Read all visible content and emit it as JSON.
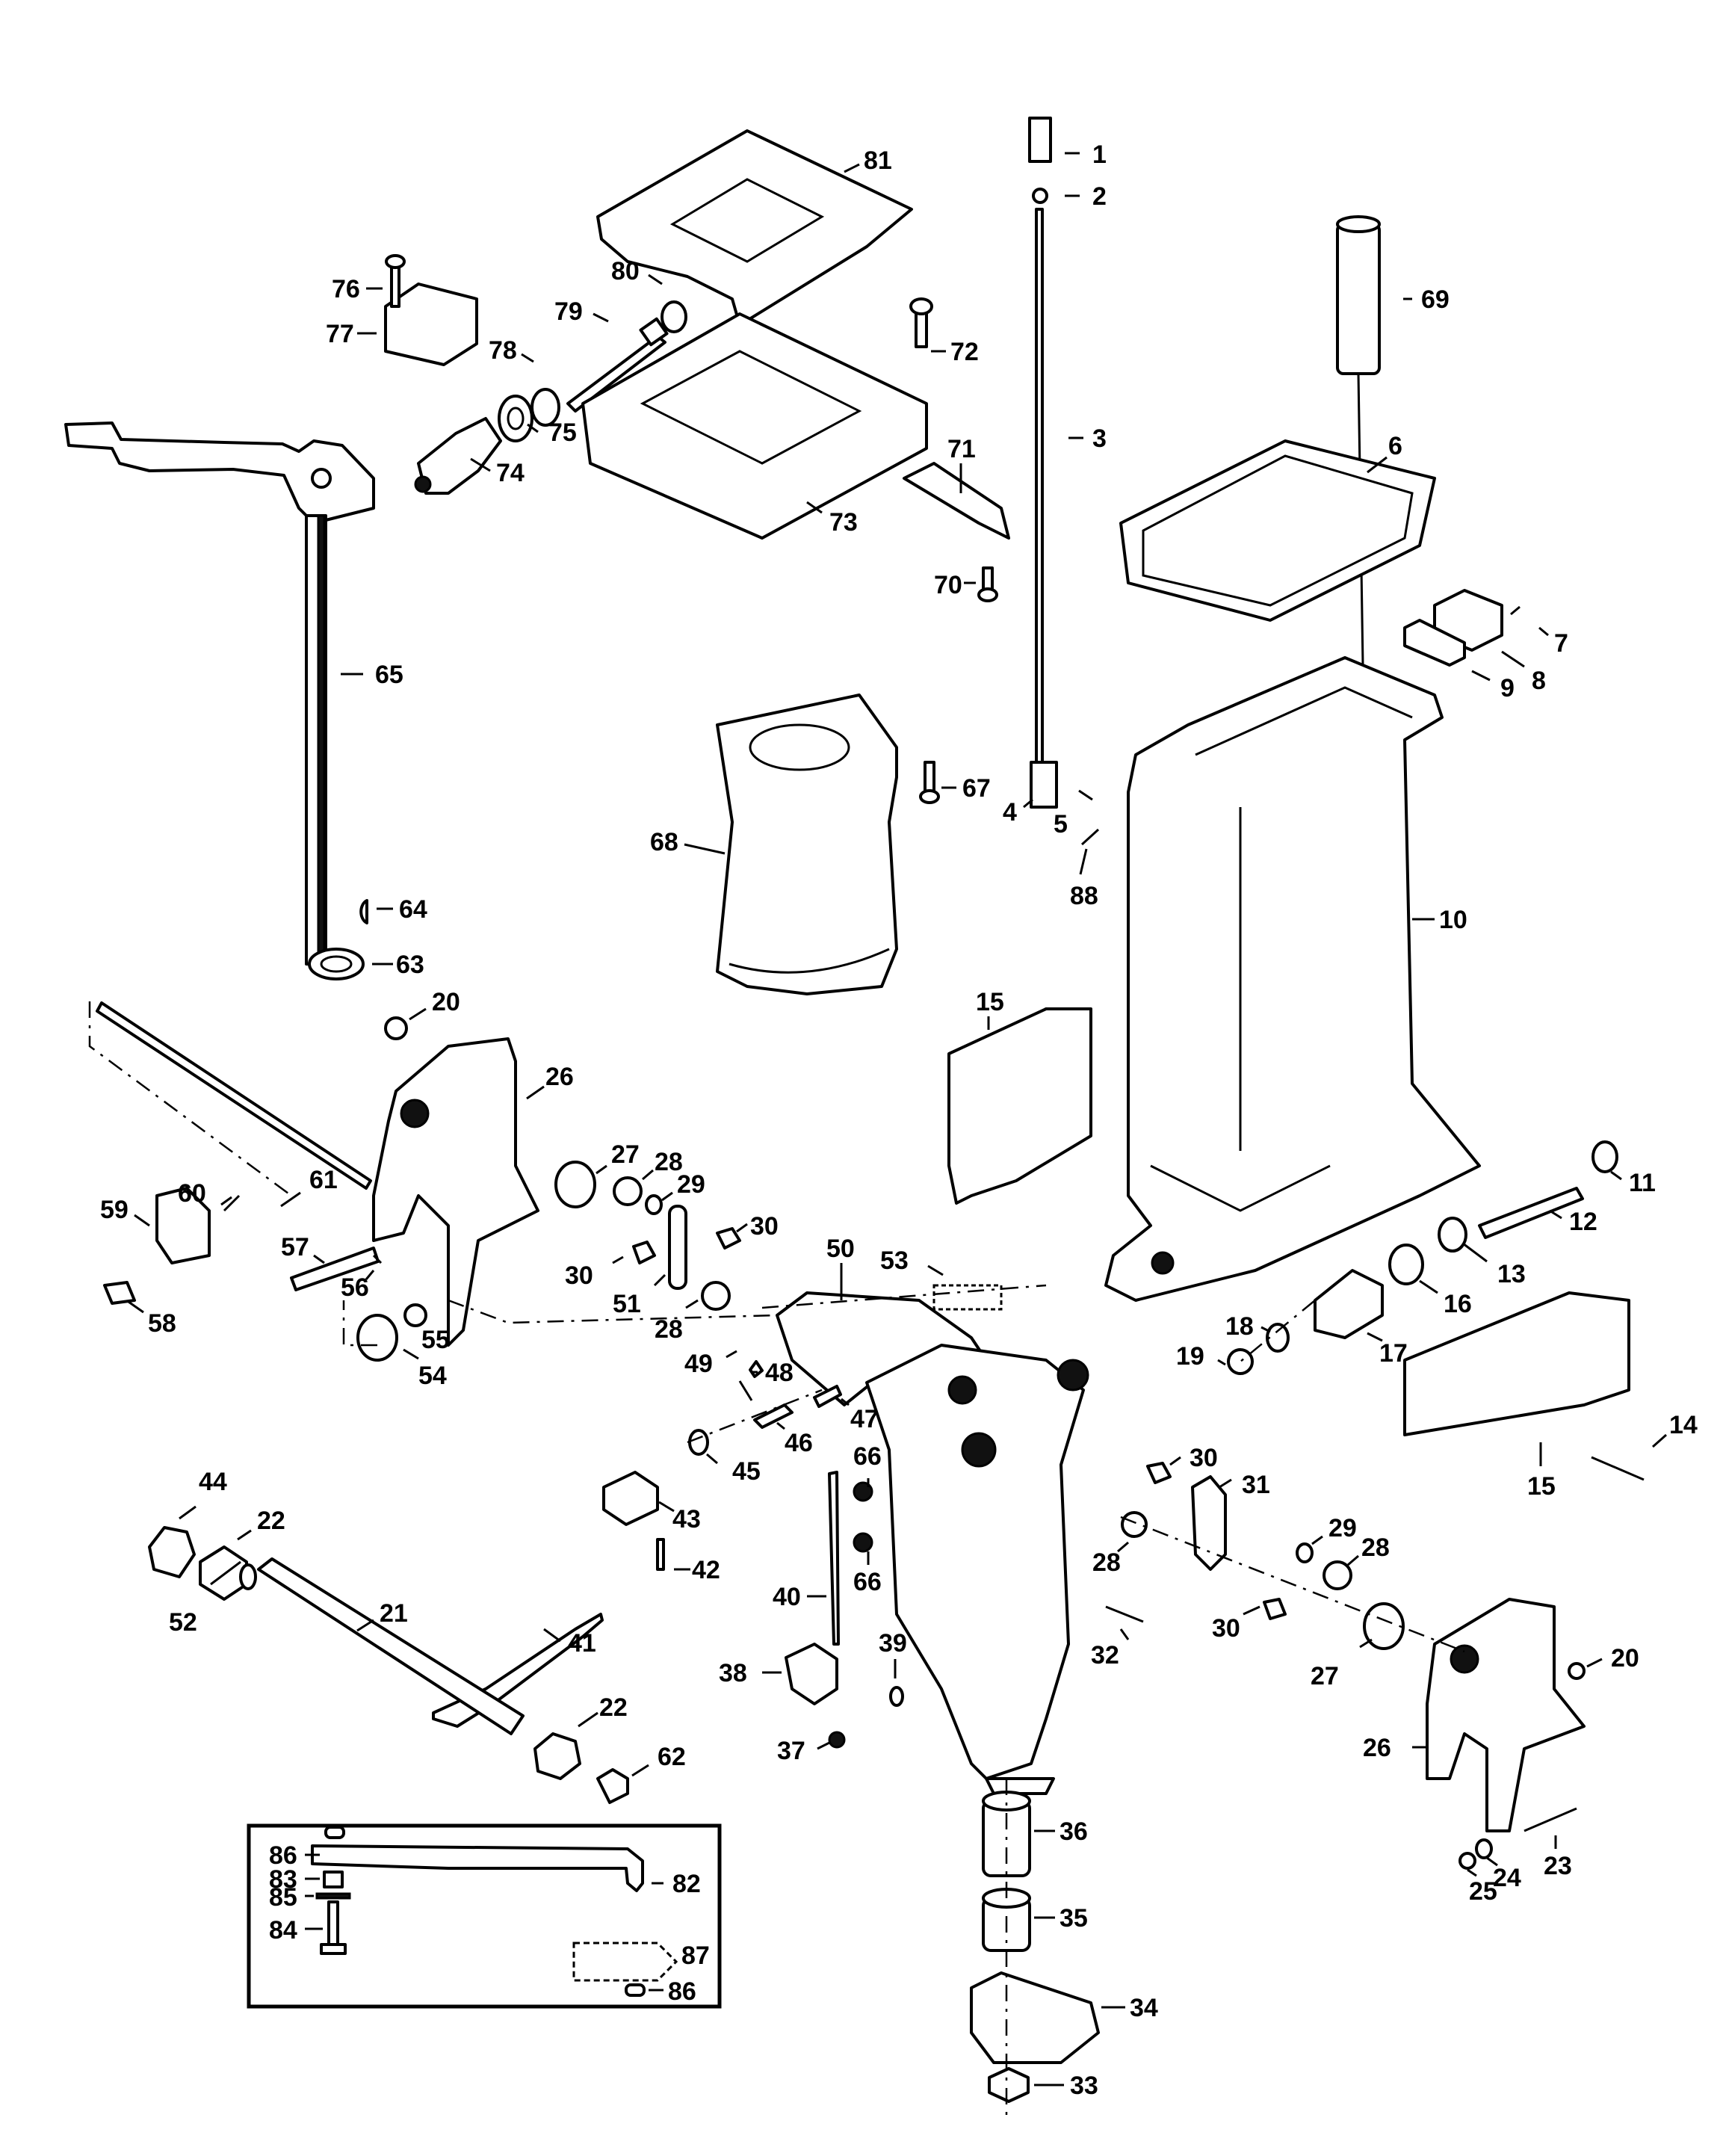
{
  "diagram": {
    "title": "",
    "type": "exploded-parts-diagram",
    "line_color": "#000000",
    "background": "#ffffff",
    "callouts": [
      {
        "id": "c1",
        "label": "1"
      },
      {
        "id": "c2",
        "label": "2"
      },
      {
        "id": "c3",
        "label": "3"
      },
      {
        "id": "c4",
        "label": "4"
      },
      {
        "id": "c5",
        "label": "5"
      },
      {
        "id": "c6",
        "label": "6"
      },
      {
        "id": "c7",
        "label": "7"
      },
      {
        "id": "c8",
        "label": "8"
      },
      {
        "id": "c9",
        "label": "9"
      },
      {
        "id": "c10",
        "label": "10"
      },
      {
        "id": "c11",
        "label": "11"
      },
      {
        "id": "c12",
        "label": "12"
      },
      {
        "id": "c13",
        "label": "13"
      },
      {
        "id": "c14",
        "label": "14"
      },
      {
        "id": "c15a",
        "label": "15"
      },
      {
        "id": "c15b",
        "label": "15"
      },
      {
        "id": "c16",
        "label": "16"
      },
      {
        "id": "c17",
        "label": "17"
      },
      {
        "id": "c18",
        "label": "18"
      },
      {
        "id": "c19",
        "label": "19"
      },
      {
        "id": "c20a",
        "label": "20"
      },
      {
        "id": "c20b",
        "label": "20"
      },
      {
        "id": "c21",
        "label": "21"
      },
      {
        "id": "c22a",
        "label": "22"
      },
      {
        "id": "c22b",
        "label": "22"
      },
      {
        "id": "c23",
        "label": "23"
      },
      {
        "id": "c24",
        "label": "24"
      },
      {
        "id": "c25",
        "label": "25"
      },
      {
        "id": "c26a",
        "label": "26"
      },
      {
        "id": "c26b",
        "label": "26"
      },
      {
        "id": "c27a",
        "label": "27"
      },
      {
        "id": "c27b",
        "label": "27"
      },
      {
        "id": "c28a",
        "label": "28"
      },
      {
        "id": "c28b",
        "label": "28"
      },
      {
        "id": "c28c",
        "label": "28"
      },
      {
        "id": "c28d",
        "label": "28"
      },
      {
        "id": "c29a",
        "label": "29"
      },
      {
        "id": "c29b",
        "label": "29"
      },
      {
        "id": "c30a",
        "label": "30"
      },
      {
        "id": "c30b",
        "label": "30"
      },
      {
        "id": "c30c",
        "label": "30"
      },
      {
        "id": "c30d",
        "label": "30"
      },
      {
        "id": "c31",
        "label": "31"
      },
      {
        "id": "c32",
        "label": "32"
      },
      {
        "id": "c33",
        "label": "33"
      },
      {
        "id": "c34",
        "label": "34"
      },
      {
        "id": "c35",
        "label": "35"
      },
      {
        "id": "c36",
        "label": "36"
      },
      {
        "id": "c37",
        "label": "37"
      },
      {
        "id": "c38",
        "label": "38"
      },
      {
        "id": "c39",
        "label": "39"
      },
      {
        "id": "c40",
        "label": "40"
      },
      {
        "id": "c41",
        "label": "41"
      },
      {
        "id": "c42",
        "label": "42"
      },
      {
        "id": "c43",
        "label": "43"
      },
      {
        "id": "c44",
        "label": "44"
      },
      {
        "id": "c45",
        "label": "45"
      },
      {
        "id": "c46",
        "label": "46"
      },
      {
        "id": "c47",
        "label": "47"
      },
      {
        "id": "c48",
        "label": "48"
      },
      {
        "id": "c49",
        "label": "49"
      },
      {
        "id": "c50",
        "label": "50"
      },
      {
        "id": "c51",
        "label": "51"
      },
      {
        "id": "c52",
        "label": "52"
      },
      {
        "id": "c53",
        "label": "53"
      },
      {
        "id": "c54",
        "label": "54"
      },
      {
        "id": "c55",
        "label": "55"
      },
      {
        "id": "c56",
        "label": "56"
      },
      {
        "id": "c57",
        "label": "57"
      },
      {
        "id": "c58",
        "label": "58"
      },
      {
        "id": "c59",
        "label": "59"
      },
      {
        "id": "c60",
        "label": "60"
      },
      {
        "id": "c61",
        "label": "61"
      },
      {
        "id": "c62",
        "label": "62"
      },
      {
        "id": "c63",
        "label": "63"
      },
      {
        "id": "c64",
        "label": "64"
      },
      {
        "id": "c65",
        "label": "65"
      },
      {
        "id": "c66a",
        "label": "66"
      },
      {
        "id": "c66b",
        "label": "66"
      },
      {
        "id": "c67",
        "label": "67"
      },
      {
        "id": "c68",
        "label": "68"
      },
      {
        "id": "c69",
        "label": "69"
      },
      {
        "id": "c70",
        "label": "70"
      },
      {
        "id": "c71",
        "label": "71"
      },
      {
        "id": "c72",
        "label": "72"
      },
      {
        "id": "c73",
        "label": "73"
      },
      {
        "id": "c74",
        "label": "74"
      },
      {
        "id": "c75",
        "label": "75"
      },
      {
        "id": "c76",
        "label": "76"
      },
      {
        "id": "c77",
        "label": "77"
      },
      {
        "id": "c78",
        "label": "78"
      },
      {
        "id": "c79",
        "label": "79"
      },
      {
        "id": "c80",
        "label": "80"
      },
      {
        "id": "c81",
        "label": "81"
      },
      {
        "id": "c82",
        "label": "82"
      },
      {
        "id": "c83",
        "label": "83"
      },
      {
        "id": "c84",
        "label": "84"
      },
      {
        "id": "c85",
        "label": "85"
      },
      {
        "id": "c86a",
        "label": "86"
      },
      {
        "id": "c86b",
        "label": "86"
      },
      {
        "id": "c87",
        "label": "87"
      },
      {
        "id": "c88",
        "label": "88"
      }
    ]
  }
}
